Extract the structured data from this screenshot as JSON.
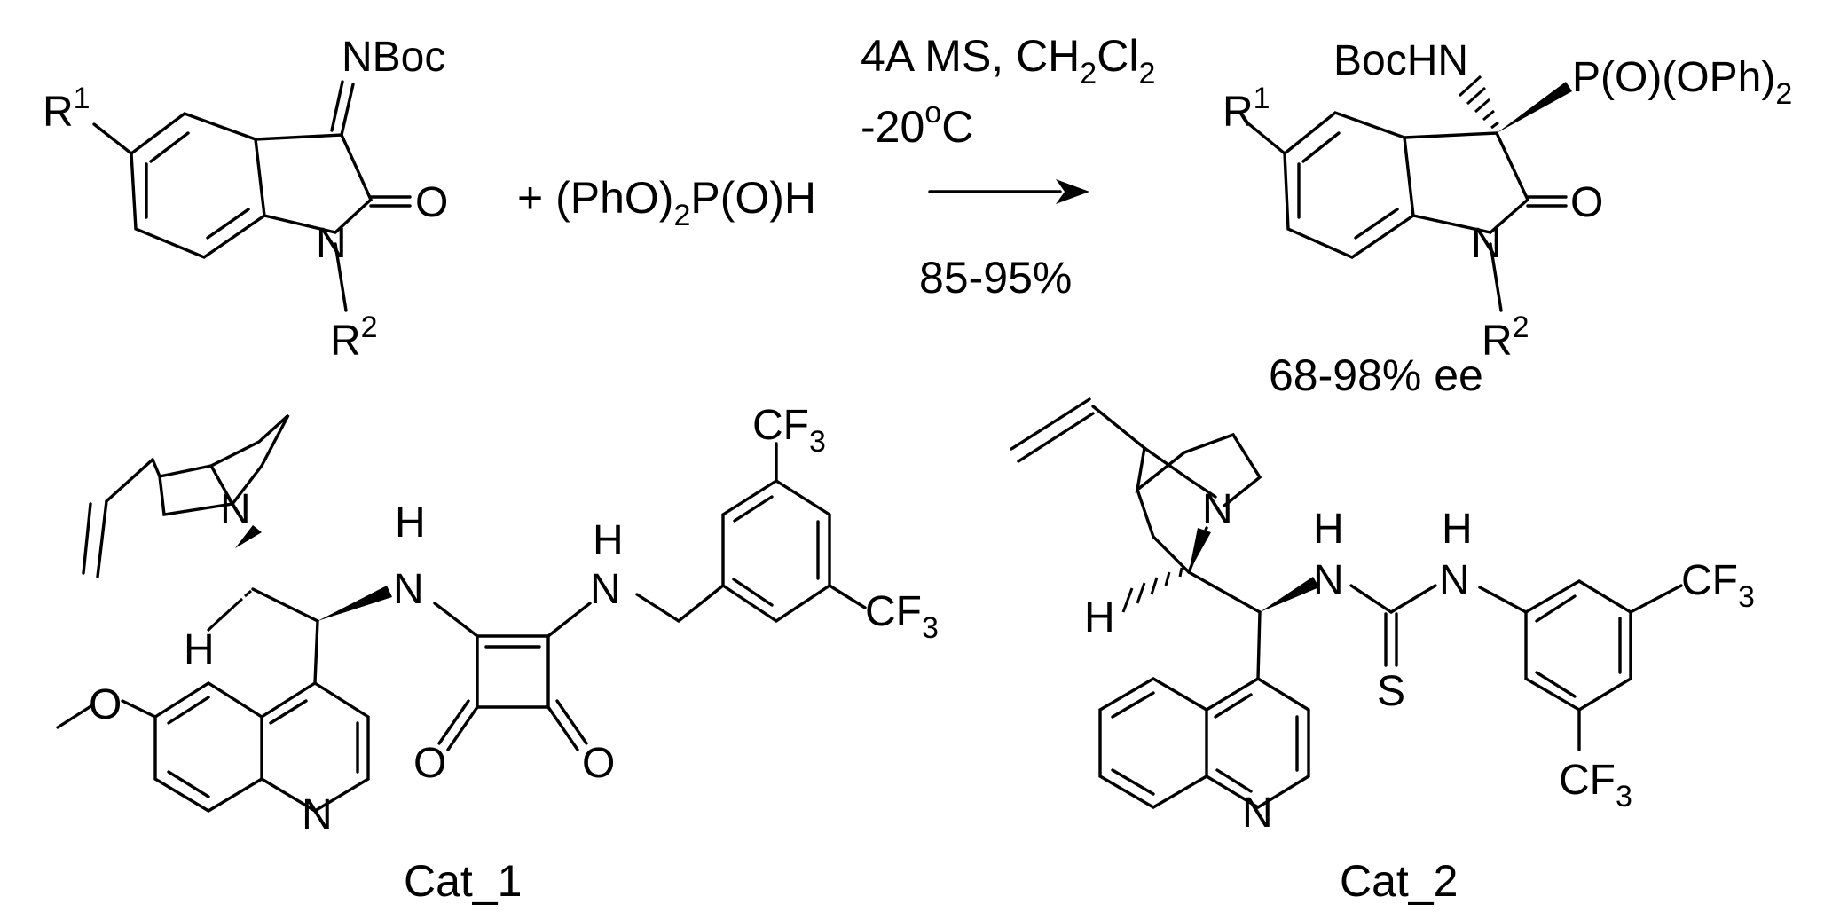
{
  "reagent": {
    "parts": [
      "+ (PhO)",
      "2",
      "P(O)H"
    ]
  },
  "conditions": {
    "line1": [
      "4A MS, CH",
      "2",
      "Cl",
      "2"
    ],
    "line2": [
      "-20",
      "o",
      "C"
    ],
    "yield": "85-95%"
  },
  "product_ee": "68-98% ee",
  "catalysts": [
    "Cat_1",
    "Cat_2"
  ],
  "atoms": {
    "nboc": "NBoc",
    "bochn": "BocHN",
    "phosphonate": [
      "P(O)(OPh)",
      "2"
    ],
    "r1": [
      "R",
      "1"
    ],
    "r2": [
      "R",
      "2"
    ],
    "n": "N",
    "o": "O",
    "h": "H",
    "s": "S",
    "cf3": [
      "CF",
      "3"
    ],
    "methoxy_o": "O"
  },
  "colors": {
    "ink": "#000000",
    "background": "#ffffff"
  }
}
